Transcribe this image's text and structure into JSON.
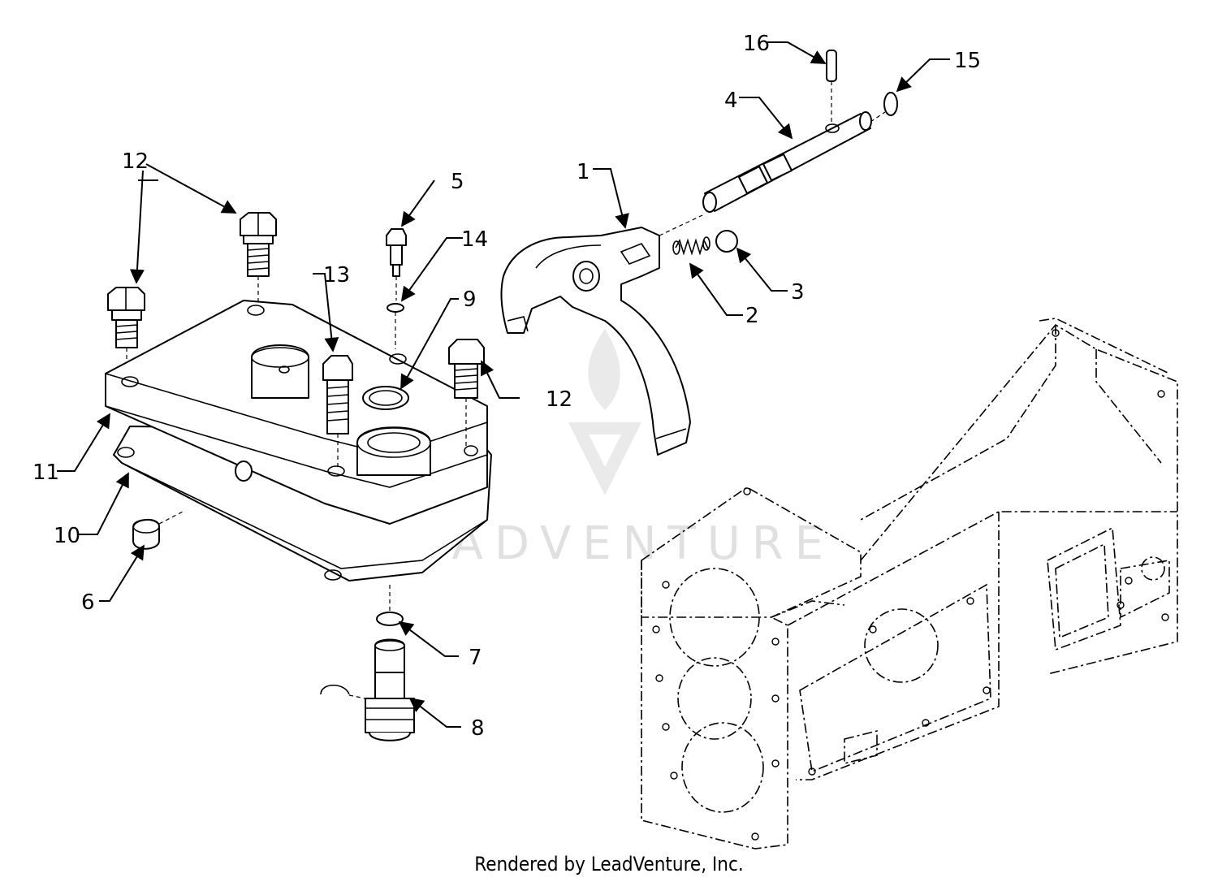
{
  "callouts": [
    {
      "id": "c1",
      "label": "1"
    },
    {
      "id": "c2",
      "label": "2"
    },
    {
      "id": "c3",
      "label": "3"
    },
    {
      "id": "c4",
      "label": "4"
    },
    {
      "id": "c5",
      "label": "5"
    },
    {
      "id": "c6",
      "label": "6"
    },
    {
      "id": "c7",
      "label": "7"
    },
    {
      "id": "c8",
      "label": "8"
    },
    {
      "id": "c9",
      "label": "9"
    },
    {
      "id": "c10",
      "label": "10"
    },
    {
      "id": "c11",
      "label": "11"
    },
    {
      "id": "c12a",
      "label": "12"
    },
    {
      "id": "c12b",
      "label": "12"
    },
    {
      "id": "c13",
      "label": "13"
    },
    {
      "id": "c14",
      "label": "14"
    },
    {
      "id": "c15",
      "label": "15"
    },
    {
      "id": "c16",
      "label": "16"
    }
  ],
  "watermark": "LEADVENTURE",
  "credit": "Rendered by LeadVenture, Inc.",
  "colors": {
    "line": "#000000",
    "background": "#ffffff",
    "watermark": "#d6d6d6"
  }
}
